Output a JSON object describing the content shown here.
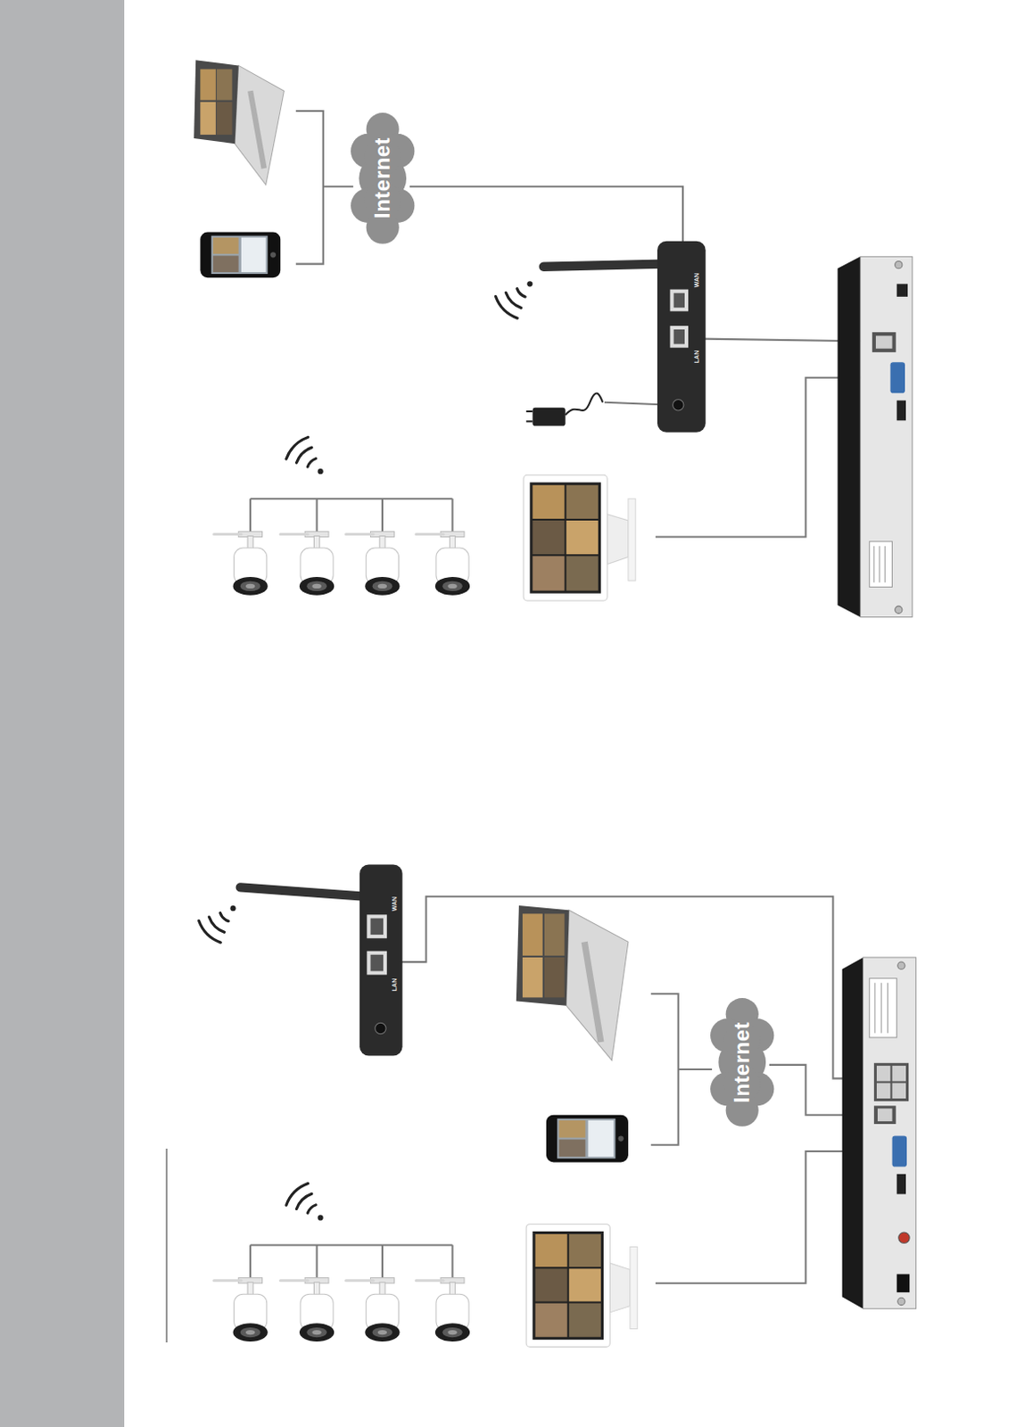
{
  "diagram": {
    "nodes": [
      {
        "text": [
          "Internet"
        ]
      },
      {
        "text": [
          "Internet"
        ]
      }
    ],
    "labels": [
      "WAN",
      "LAN",
      "WAN",
      "LAN"
    ]
  }
}
